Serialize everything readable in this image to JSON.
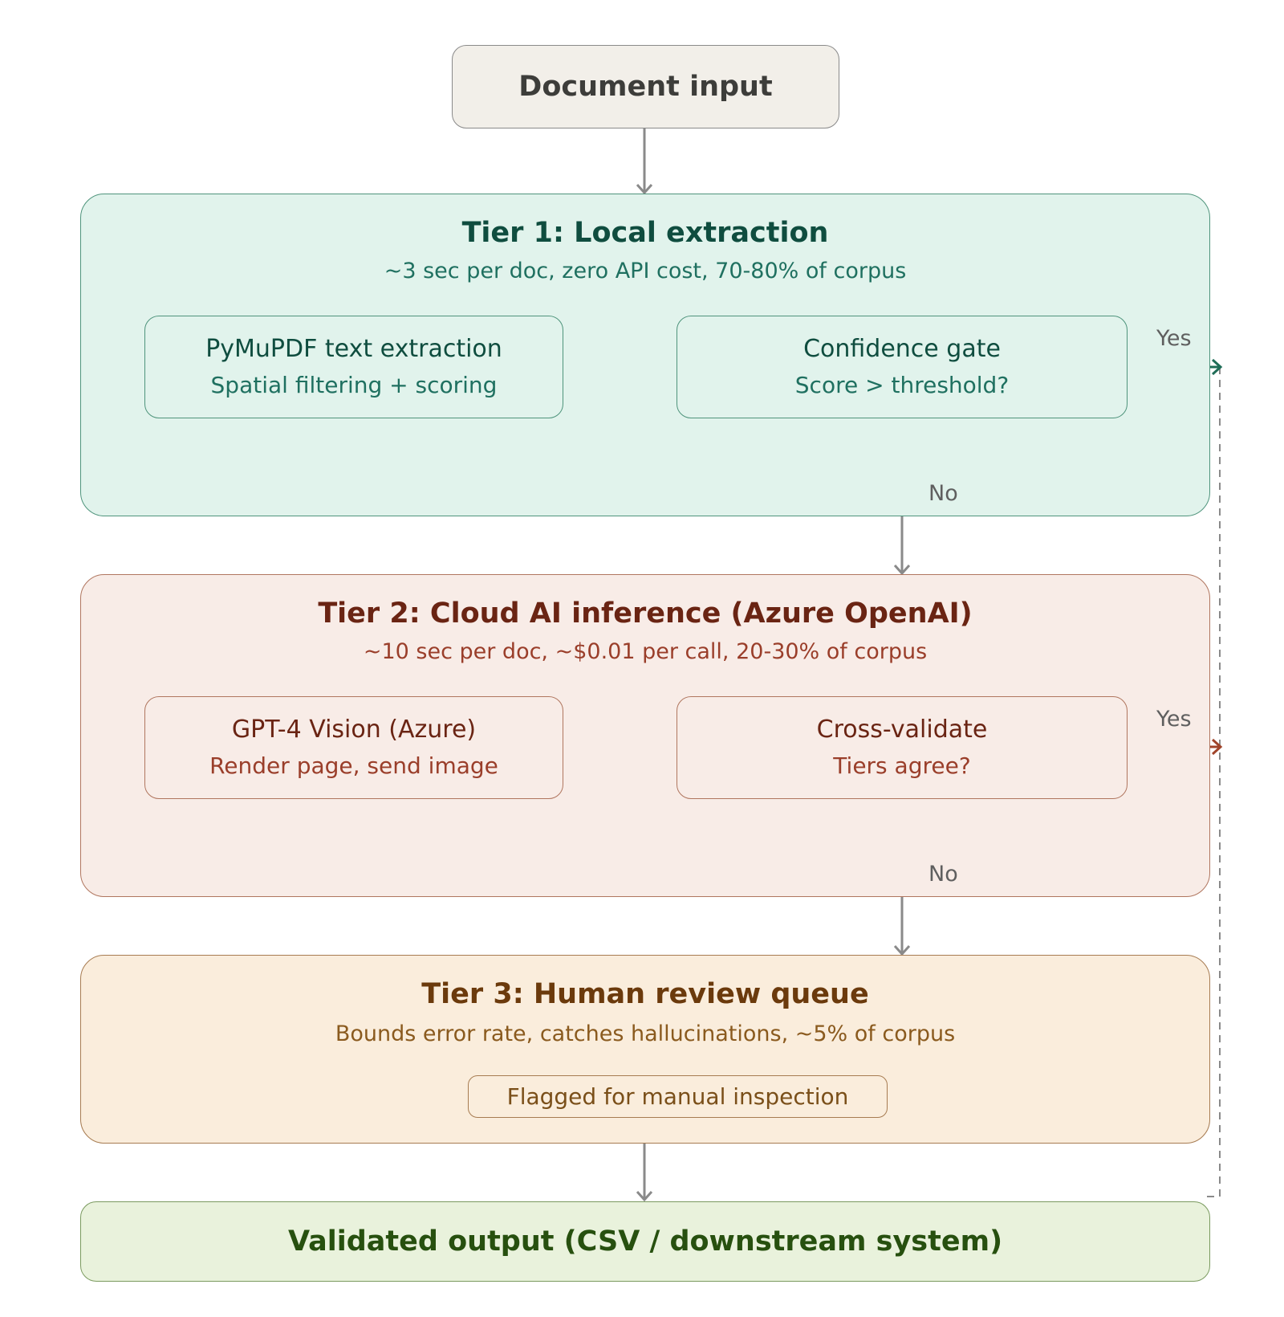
{
  "input": {
    "label": "Document input"
  },
  "tier1": {
    "title": "Tier 1: Local extraction",
    "subtitle": "~3 sec per doc, zero API cost, 70-80% of corpus",
    "node_a": {
      "title": "PyMuPDF text extraction",
      "detail": "Spatial filtering + scoring"
    },
    "node_b": {
      "title": "Confidence gate",
      "detail": "Score > threshold?"
    },
    "yes_label": "Yes",
    "no_label": "No"
  },
  "tier2": {
    "title": "Tier 2: Cloud AI inference (Azure OpenAI)",
    "subtitle": "~10 sec per doc, ~$0.01 per call, 20-30% of corpus",
    "node_a": {
      "title": "GPT-4 Vision (Azure)",
      "detail": "Render page, send image"
    },
    "node_b": {
      "title": "Cross-validate",
      "detail": "Tiers agree?"
    },
    "yes_label": "Yes",
    "no_label": "No"
  },
  "tier3": {
    "title": "Tier 3: Human review queue",
    "subtitle": "Bounds error rate, catches hallucinations, ~5% of corpus",
    "flag": "Flagged for manual inspection"
  },
  "output": {
    "label": "Validated output (CSV / downstream system)"
  },
  "colors": {
    "tier1_fill": "#e1f3ec",
    "tier1_text": "#0f4d3f",
    "tier2_fill": "#f8ece7",
    "tier2_text": "#6a2413",
    "tier3_fill": "#faeddc",
    "tier3_text": "#6b3a0c",
    "output_fill": "#e9f2dc",
    "output_text": "#27500f",
    "yes_arrow_tier1": "#1f6d57",
    "yes_arrow_tier2": "#a0442a",
    "connector": "#8a8a8a"
  }
}
